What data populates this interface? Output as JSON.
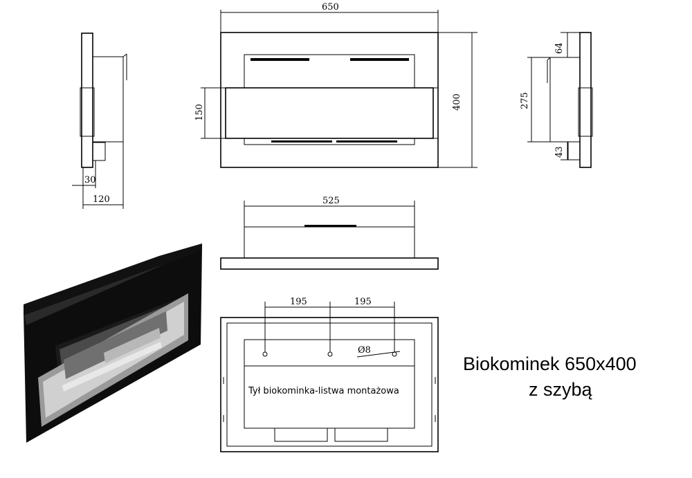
{
  "title_line1": "Biokominek 650x400",
  "title_line2": "z szybą",
  "back_label": "Tył biokominka-listwa montażowa",
  "dims": {
    "front_width": "650",
    "front_height": "400",
    "opening_height": "150",
    "side_depth_inner": "30",
    "side_depth": "120",
    "side_top": "64",
    "side_body": "275",
    "side_bottom": "43",
    "top_width": "525",
    "hole_spacing_left": "195",
    "hole_spacing_right": "195",
    "hole_diameter": "Ø8"
  }
}
